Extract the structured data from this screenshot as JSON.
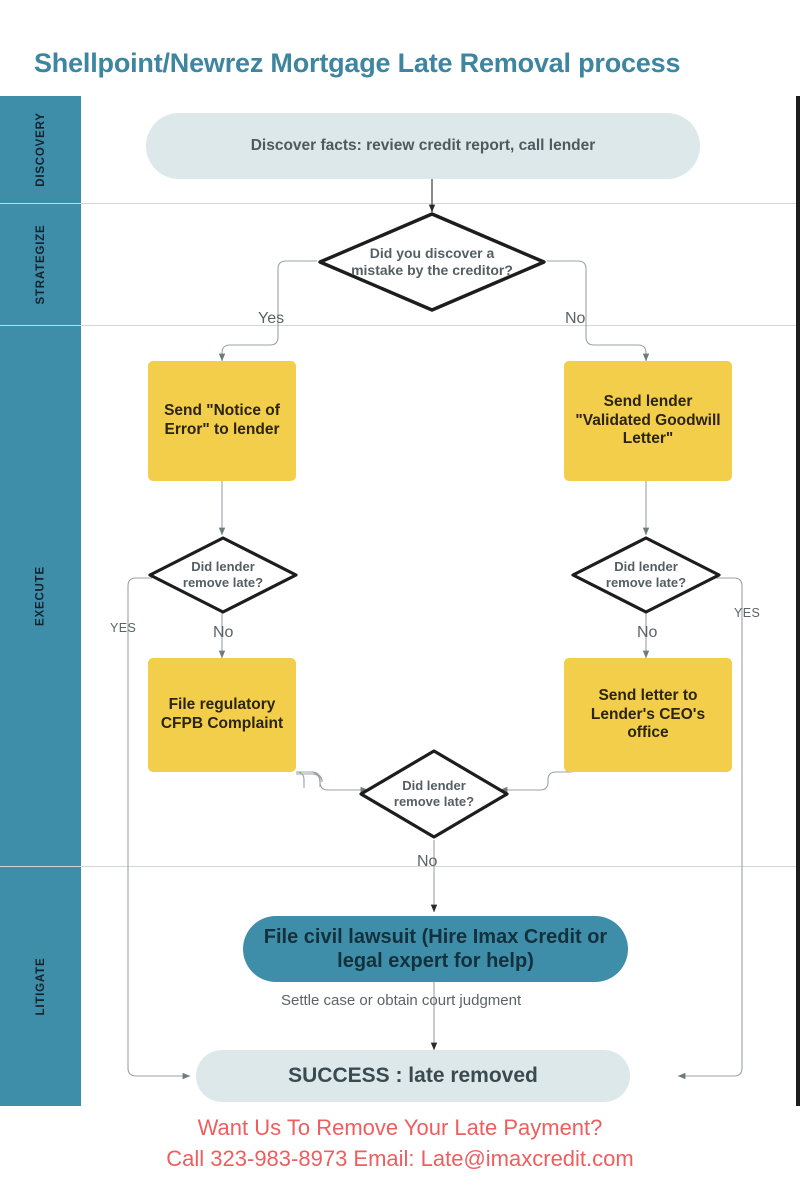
{
  "page": {
    "title": "Shellpoint/Newrez Mortgage Late Removal process",
    "accent_teal": "#3E8EAA",
    "accent_yellow": "#F2CE4B",
    "accent_light_blue": "#DCE8EA",
    "accent_red": "#EE5E5E"
  },
  "lanes": [
    {
      "label": "DISCOVERY"
    },
    {
      "label": "STRATEGIZE"
    },
    {
      "label": "EXECUTE"
    },
    {
      "label": "LITIGATE"
    }
  ],
  "nodes": {
    "discover": "Discover facts: review credit report, call lender",
    "decision_mistake": "Did you discover a mistake by the creditor?",
    "notice_of_error": "Send \"Notice of Error\" to lender",
    "goodwill_letter": "Send lender \"Validated Goodwill Letter\"",
    "decision_left_remove": "Did lender remove late?",
    "decision_right_remove": "Did lender remove late?",
    "cfpb_complaint": "File regulatory CFPB Complaint",
    "ceo_letter": "Send letter to Lender's CEO's office",
    "decision_final_remove": "Did lender remove late?",
    "lawsuit": "File civil lawsuit (Hire Imax Credit or legal expert for help)",
    "settle_note": "Settle case or obtain court judgment",
    "success": "SUCCESS : late removed"
  },
  "edge_labels": {
    "yes_top": "Yes",
    "no_top": "No",
    "yes_left": "YES",
    "no_left": "No",
    "yes_right": "YES",
    "no_right": "No",
    "no_final": "No"
  },
  "footer": {
    "line1": "Want Us To Remove Your Late Payment?",
    "line2": "Call 323-983-8973   Email: Late@imaxcredit.com"
  }
}
